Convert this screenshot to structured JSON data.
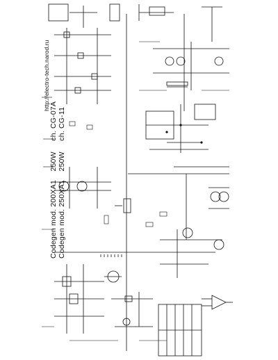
{
  "title": {
    "line1_model": "Codegen  mod. 200XA1",
    "line1_power": "250W",
    "line1_chassis": "ch. CG-07A",
    "line2_model": "Codegen  mod. 250XA1",
    "line2_power": "250W",
    "line2_chassis": "ch. CG-11"
  },
  "url": "http://electro-tech.narod.ru",
  "colors": {
    "ink": "#111111",
    "paper": "#ffffff"
  }
}
